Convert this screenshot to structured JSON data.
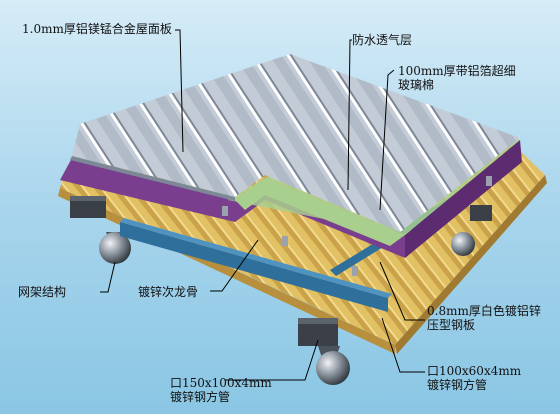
{
  "labels": {
    "roof_panel": "1.0mm厚铝镁锰合金屋面板",
    "breathable_layer": "防水透气层",
    "insulation_line1": "100mm厚带铝箔超细",
    "insulation_line2": "玻璃棉",
    "space_frame": "网架结构",
    "purlin": "镀锌次龙骨",
    "deck_line1": "0.8mm厚白色镀铝锌",
    "deck_line2": "压型钢板",
    "main_tube_line1": "口150x100x4mm",
    "main_tube_line2": "镀锌钢方管",
    "sec_tube_line1": "口100x60x4mm",
    "sec_tube_line2": "镀锌钢方管"
  },
  "colors": {
    "background": "#9ccfe8",
    "roof_panel": "#c3ccd6",
    "breathable_layer": "#a9cf8e",
    "insulation": "#7a3e8e",
    "steel_deck": "#e2c064",
    "purlin": "#2f6f9b",
    "steel_tube": "#3b4048",
    "leader_line": "#000000"
  }
}
